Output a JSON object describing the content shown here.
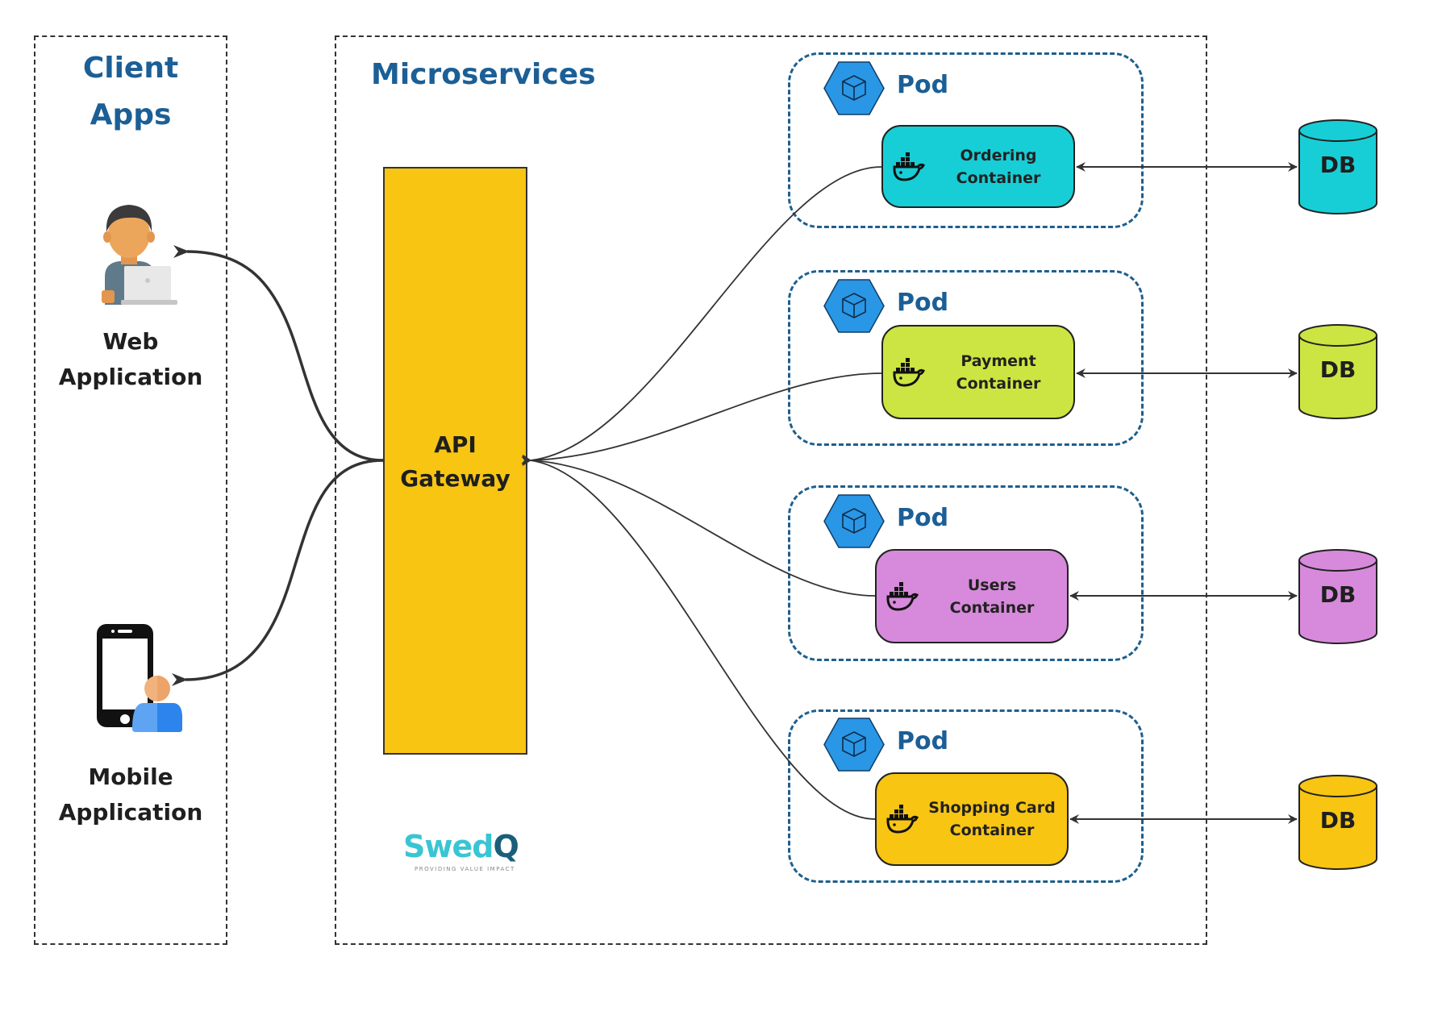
{
  "client_region": {
    "title_line1": "Client",
    "title_line2": "Apps",
    "apps": [
      {
        "icon": "person-laptop-icon",
        "label_line1": "Web",
        "label_line2": "Application"
      },
      {
        "icon": "mobile-user-icon",
        "label_line1": "Mobile",
        "label_line2": "Application"
      }
    ]
  },
  "microservices_region": {
    "title": "Microservices",
    "gateway": {
      "label_line1": "API",
      "label_line2": "Gateway",
      "color": "#F8C513"
    },
    "pods": [
      {
        "label": "Pod",
        "container_line1": "Ordering",
        "container_line2": "Container",
        "color": "#17CED6",
        "db_label": "DB"
      },
      {
        "label": "Pod",
        "container_line1": "Payment",
        "container_line2": "Container",
        "color": "#CDE542",
        "db_label": "DB"
      },
      {
        "label": "Pod",
        "container_line1": "Users",
        "container_line2": "Container",
        "color": "#D78ADB",
        "db_label": "DB"
      },
      {
        "label": "Pod",
        "container_line1": "Shopping Card",
        "container_line2": "Container",
        "color": "#F8C513",
        "db_label": "DB"
      }
    ]
  },
  "logo": {
    "name_main": "Swed",
    "name_accent": "Q",
    "tagline": "PROVIDING VALUE IMPACT"
  },
  "colors": {
    "title_blue": "#1B5F96",
    "pod_blue": "#2A96E6",
    "pod_border": "#1E5F8E",
    "line": "#333333"
  }
}
